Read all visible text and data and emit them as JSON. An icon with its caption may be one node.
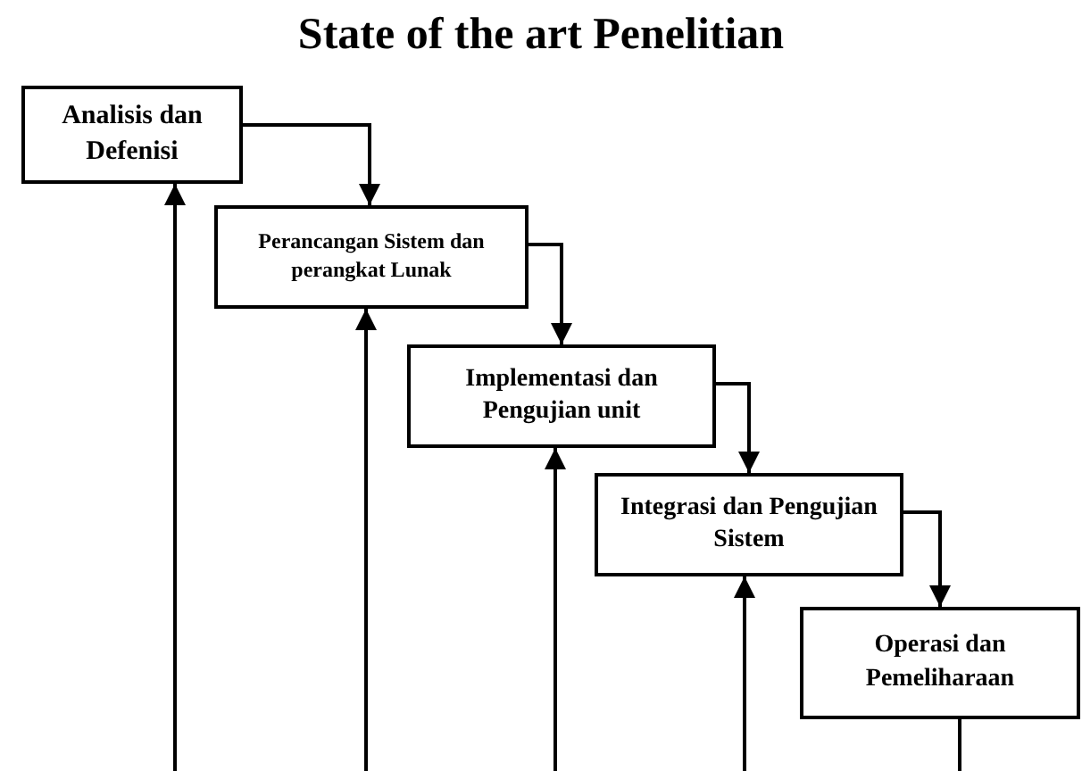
{
  "diagram": {
    "title": "State of the art Penelitian",
    "nodes": [
      {
        "text": [
          "Analisis dan Defenisi"
        ]
      },
      {
        "text": [
          "Perancangan Sistem dan perangkat Lunak"
        ]
      },
      {
        "text": [
          "Implementasi dan Pengujian unit"
        ]
      },
      {
        "text": [
          "Integrasi dan Pengujian Sistem"
        ]
      },
      {
        "text": [
          "Operasi dan Pemeliharaan"
        ]
      }
    ],
    "edges": [
      {
        "from": 0,
        "to": 1,
        "arrow": "to"
      },
      {
        "from": 1,
        "to": 2,
        "arrow": "to"
      },
      {
        "from": 2,
        "to": 3,
        "arrow": "to"
      },
      {
        "from": 3,
        "to": 4,
        "arrow": "to"
      },
      {
        "from": null,
        "to": 0,
        "arrow": "to"
      },
      {
        "from": null,
        "to": 1,
        "arrow": "to"
      },
      {
        "from": null,
        "to": 2,
        "arrow": "to"
      },
      {
        "from": null,
        "to": 3,
        "arrow": "to"
      },
      {
        "from": 4,
        "to": null,
        "arrow": "none"
      }
    ]
  }
}
